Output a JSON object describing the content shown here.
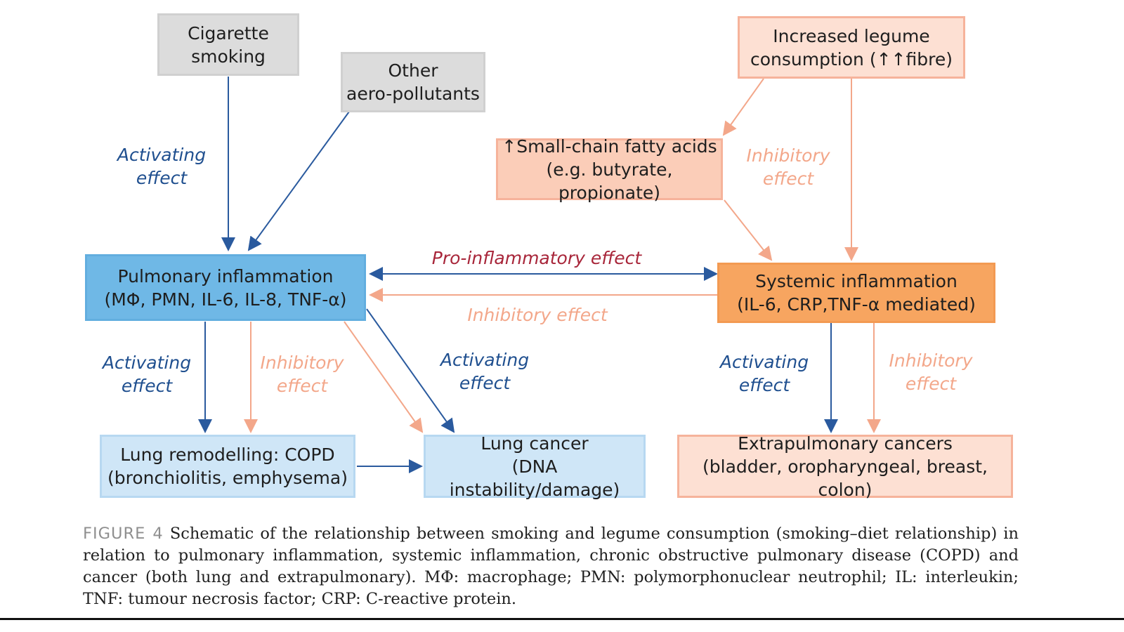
{
  "boxes": {
    "cigarette": [
      "Cigarette",
      "smoking"
    ],
    "other": [
      "Other",
      "aero-pollutants"
    ],
    "legume": [
      "Increased legume",
      "consumption (↑↑fibre)"
    ],
    "scfa": [
      "↑Small-chain fatty acids",
      "(e.g. butyrate, propionate)"
    ],
    "pulmonary": [
      "Pulmonary inflammation",
      "(MΦ, PMN, IL-6, IL-8, TNF-α)"
    ],
    "systemic": [
      "Systemic inflammation",
      "(IL-6, CRP,TNF-α mediated)"
    ],
    "copd": [
      "Lung remodelling: COPD",
      "(bronchiolitis, emphysema)"
    ],
    "lung_cancer": [
      "Lung cancer",
      "(DNA instability/damage)"
    ],
    "extrapulmonary": [
      "Extrapulmonary cancers",
      "(bladder, oropharyngeal, breast, colon)"
    ]
  },
  "labels": {
    "activating": [
      "Activating",
      "effect"
    ],
    "inhibitory": [
      "Inhibitory",
      "effect"
    ],
    "pro_inflammatory": "Pro-inflammatory effect",
    "inhibitory_single": "Inhibitory effect"
  },
  "caption": {
    "figure": "FIGURE 4",
    "text": "Schematic of the relationship between smoking and legume consumption (smoking–diet relationship) in relation to pulmonary inflammation, systemic inflammation, chronic obstructive pulmonary disease (COPD) and cancer (both lung and extrapulmonary). MΦ: macrophage; PMN: polymorphonuclear neutrophil; IL: interleukin; TNF: tumour necrosis factor; CRP: C-reactive protein."
  },
  "colors": {
    "activating": "#2a5a9e",
    "inhibitory": "#f3a78a",
    "pro_inflammatory": "#a8263a"
  }
}
